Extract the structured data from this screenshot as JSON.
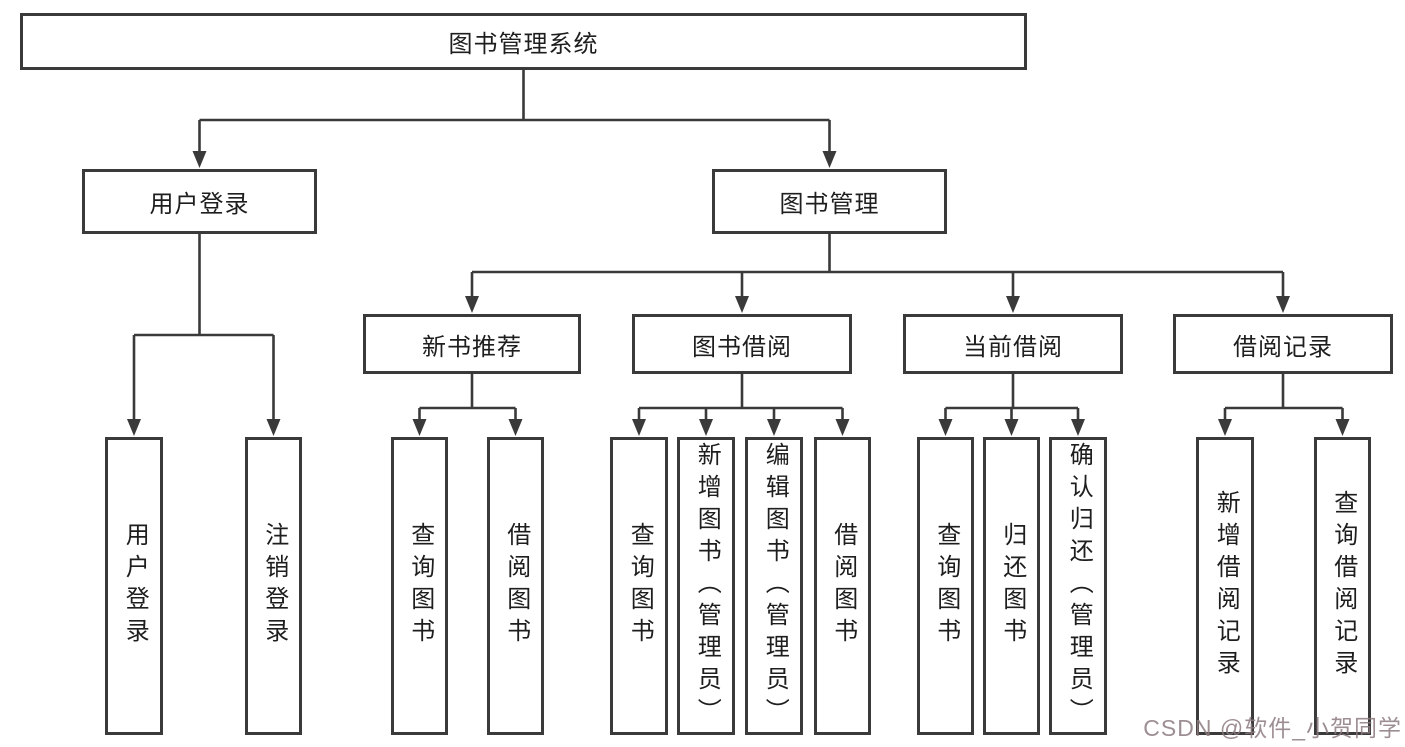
{
  "diagram": {
    "root": {
      "label": "图书管理系统"
    },
    "level2": [
      {
        "label": "用户登录"
      },
      {
        "label": "图书管理"
      }
    ],
    "level3": [
      {
        "label": "新书推荐"
      },
      {
        "label": "图书借阅"
      },
      {
        "label": "当前借阅"
      },
      {
        "label": "借阅记录"
      }
    ],
    "leaves": [
      {
        "label": "用户登录"
      },
      {
        "label": "注销登录"
      },
      {
        "label": "查询图书"
      },
      {
        "label": "借阅图书"
      },
      {
        "label": "查询图书"
      },
      {
        "label": "新增图书（管理员）"
      },
      {
        "label": "编辑图书（管理员）"
      },
      {
        "label": "借阅图书"
      },
      {
        "label": "查询图书"
      },
      {
        "label": "归还图书"
      },
      {
        "label": "确认归还（管理员）"
      },
      {
        "label": "新增借阅记录"
      },
      {
        "label": "查询借阅记录"
      }
    ]
  },
  "watermark": {
    "text": "CSDN @软件_小贺同学"
  },
  "colors": {
    "line": "#3a3a3a",
    "box_border": "#3a3a3a",
    "text": "#1e1e1e",
    "watermark": "#8d7b7e",
    "background": "#ffffff"
  }
}
